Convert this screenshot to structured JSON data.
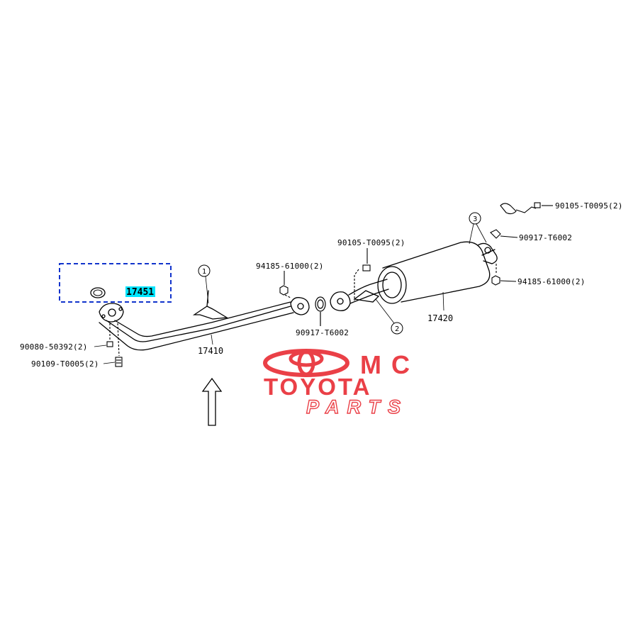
{
  "diagram": {
    "parts": {
      "gasket_highlight": "17451",
      "front_pipe": "17410",
      "tail_pipe": "17420",
      "bolt_front": "90080-50392(2)",
      "stud_front": "90109-T0005(2)",
      "nut_center": "94185-61000(2)",
      "bolt_center": "90105-T0095(2)",
      "gasket_center": "90917-T6002",
      "gasket_right": "90917-T6002",
      "nut_right": "94185-61000(2)",
      "bolt_right_top": "90105-T0095(2)"
    },
    "callouts": {
      "c1": "1",
      "c2": "2",
      "c3": "3"
    },
    "colors": {
      "highlight_fill": "#00E5FF",
      "dash_box": "#1133CC",
      "line": "#000000"
    }
  },
  "logo": {
    "brand_line1": "MC",
    "brand_line2": "TOYOTA",
    "brand_line3": "PARTS",
    "color": "#E8262E",
    "emblem": "toyota-emblem-icon"
  }
}
